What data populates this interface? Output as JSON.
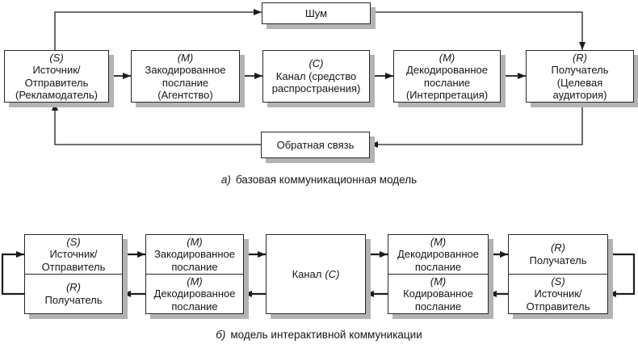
{
  "colors": {
    "line": "#1c1c1c",
    "shadow": "#b3b3b3",
    "background": "#ffffff"
  },
  "diagram_a": {
    "caption": {
      "prefix": "а)",
      "text": "базовая коммуникационная модель"
    },
    "noise": "Шум",
    "feedback": "Обратная связь",
    "boxes": [
      {
        "code": "(S)",
        "label": "Источник/\nОтправитель\n(Рекламодатель)"
      },
      {
        "code": "(M)",
        "label": "Закодированное\nпослание\n(Агентство)"
      },
      {
        "code": "(C)",
        "label": "Канал (средство\nраспространения)"
      },
      {
        "code": "(M)",
        "label": "Декодированное\nпослание\n(Интерпретация)"
      },
      {
        "code": "(R)",
        "label": "Получатель\n(Целевая\nаудитория)"
      }
    ]
  },
  "diagram_b": {
    "caption": {
      "prefix": "б)",
      "text": "модель интерактивной коммуникации"
    },
    "channel": {
      "label": "Канал",
      "code": "(C)"
    },
    "pairs": [
      {
        "top": {
          "code": "(S)",
          "label": "Источник/\nОтправитель"
        },
        "bottom": {
          "code": "(R)",
          "label": "Получатель"
        }
      },
      {
        "top": {
          "code": "(M)",
          "label": "Закодированное\nпослание"
        },
        "bottom": {
          "code": "(M)",
          "label": "Декодированное\nпослание"
        }
      },
      {
        "top": {
          "code": "(M)",
          "label": "Декодированное\nпослание"
        },
        "bottom": {
          "code": "(M)",
          "label": "Кодированное\nпослание"
        }
      },
      {
        "top": {
          "code": "(R)",
          "label": "Получатель"
        },
        "bottom": {
          "code": "(S)",
          "label": "Источник/\nОтправитель"
        }
      }
    ]
  }
}
